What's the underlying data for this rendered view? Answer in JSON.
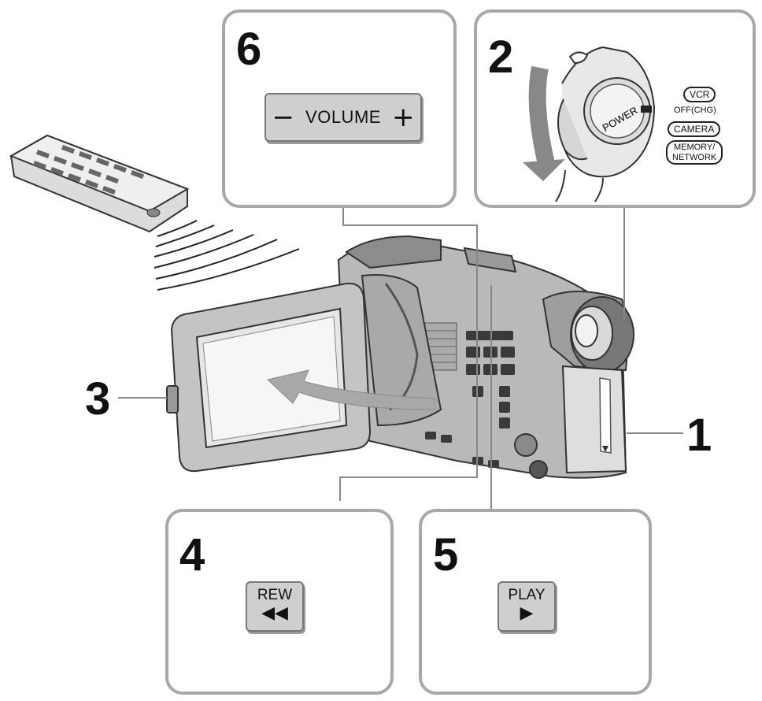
{
  "steps": [
    {
      "number": "6",
      "control": {
        "minus": "−",
        "label": "VOLUME",
        "plus": "+"
      }
    },
    {
      "number": "2",
      "dial_label": "POWER",
      "modes": [
        "VCR",
        "OFF(CHG)",
        "CAMERA",
        "MEMORY/\nNETWORK"
      ]
    },
    {
      "number": "3"
    },
    {
      "number": "1"
    },
    {
      "number": "4",
      "control": {
        "label": "REW",
        "glyph": "◀◀"
      }
    },
    {
      "number": "5",
      "control": {
        "label": "PLAY",
        "glyph": "▶"
      }
    }
  ],
  "icons": [
    "remote-control-icon",
    "camcorder-icon",
    "power-switch-icon",
    "signal-waves-icon",
    "open-arrow-icon",
    "rotate-arrow-icon"
  ]
}
